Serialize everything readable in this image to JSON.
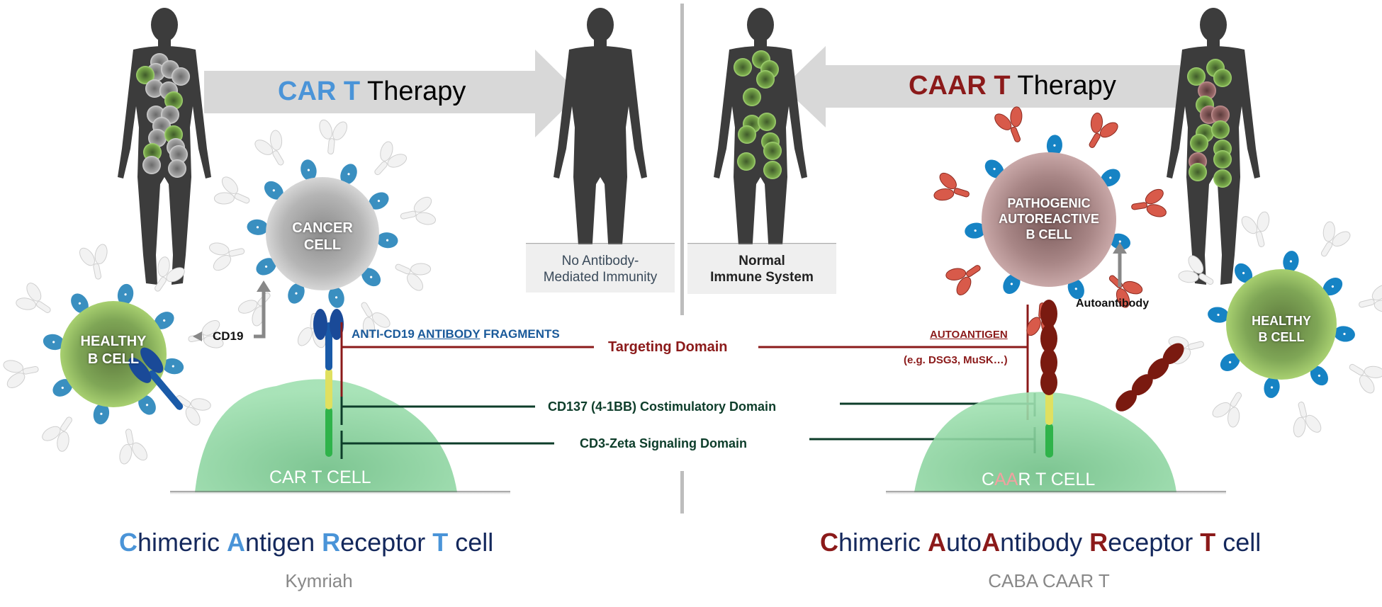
{
  "colors": {
    "car_accent": "#4a94d8",
    "caar_accent": "#8b1a1a",
    "footer_text": "#14285c",
    "targeting_line": "#8b1a1a",
    "signaling_line": "#0d3d2a",
    "body_silhouette": "#3c3c3c",
    "arrow_fill": "#d8d8d8",
    "cd19_blue": "#3a8fc0",
    "autoantibody_red": "#d85a4a",
    "car_stalk_blue": "#1a5aa8",
    "costim_yellow": "#e0e060",
    "zeta_green": "#2fb34a",
    "t_cell_green": "#8fd9a0",
    "healthy_b_green": "#8cb860",
    "cancer_gray": "#a8a8a8",
    "pathogenic_mauve": "#a88888"
  },
  "left_panel": {
    "arrow_title": {
      "accent": "CAR T",
      "rest": " Therapy"
    },
    "outcome_label": {
      "line1": "No Antibody-",
      "line2": "Mediated Immunity"
    },
    "cancer_cell_label": {
      "line1": "CANCER",
      "line2": "CELL"
    },
    "healthy_b_cell_label": {
      "line1": "HEALTHY",
      "line2": "B CELL"
    },
    "cd19_label": "CD19",
    "antibody_fragments_label": {
      "pre": "ANTI-CD19 ",
      "underlined": "ANTIBODY",
      "post": " FRAGMENTS"
    },
    "t_cell_label": "CAR T CELL",
    "footer_title": [
      {
        "text": "C",
        "accent": true
      },
      {
        "text": "himeric ",
        "accent": false
      },
      {
        "text": "A",
        "accent": true
      },
      {
        "text": "ntigen ",
        "accent": false
      },
      {
        "text": "R",
        "accent": true
      },
      {
        "text": "eceptor ",
        "accent": false
      },
      {
        "text": "T",
        "accent": true
      },
      {
        "text": " cell",
        "accent": false
      }
    ],
    "footer_subtitle": "Kymriah"
  },
  "right_panel": {
    "arrow_title": {
      "accent": "CAAR T",
      "rest": " Therapy"
    },
    "outcome_label": {
      "line1": "Normal",
      "line2": "Immune System"
    },
    "pathogenic_cell_label": {
      "line1": "PATHOGENIC",
      "line2": "AUTOREACTIVE",
      "line3": "B CELL"
    },
    "healthy_b_cell_label": {
      "line1": "HEALTHY",
      "line2": "B CELL"
    },
    "autoantibody_label": "Autoantibody",
    "autoantigen_label": "AUTOANTIGEN",
    "autoantigen_examples": "(e.g. DSG3, MuSK…)",
    "t_cell_label": {
      "c": "C",
      "aa": "AA",
      "rest": "R T CELL"
    },
    "footer_title": [
      {
        "text": "C",
        "accent": true
      },
      {
        "text": "himeric ",
        "accent": false
      },
      {
        "text": "A",
        "accent": true
      },
      {
        "text": "uto",
        "accent": false
      },
      {
        "text": "A",
        "accent": true
      },
      {
        "text": "ntibody ",
        "accent": false
      },
      {
        "text": "R",
        "accent": true
      },
      {
        "text": "eceptor ",
        "accent": false
      },
      {
        "text": "T",
        "accent": true
      },
      {
        "text": " cell",
        "accent": false
      }
    ],
    "footer_subtitle": "CABA CAAR T"
  },
  "domains": {
    "targeting": "Targeting Domain",
    "costimulatory": "CD137 (4-1BB) Costimulatory Domain",
    "signaling": "CD3-Zeta Signaling Domain"
  }
}
